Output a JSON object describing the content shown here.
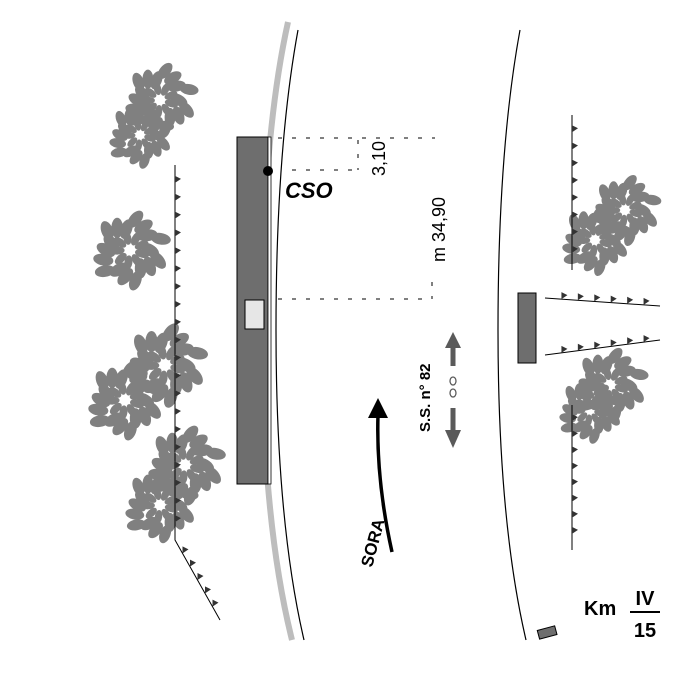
{
  "labels": {
    "station_code": "CSO",
    "offset_value": "3,10",
    "length_value": "m 34,90",
    "road_name": "S.S. n° 82",
    "river_name": "SORA",
    "km_prefix": "Km",
    "km_numerator": "IV",
    "km_denominator": "15"
  },
  "colors": {
    "building": "#6e6e6e",
    "tree": "#808080",
    "guardrail": "#bdbdbd",
    "arrow": "#5a5a5a",
    "line": "#000000"
  },
  "icons": {
    "road_direction": "double-arrow-icon",
    "river_flow": "curved-arrow-icon",
    "station_point": "dot-icon",
    "tree": "tree-icon"
  }
}
